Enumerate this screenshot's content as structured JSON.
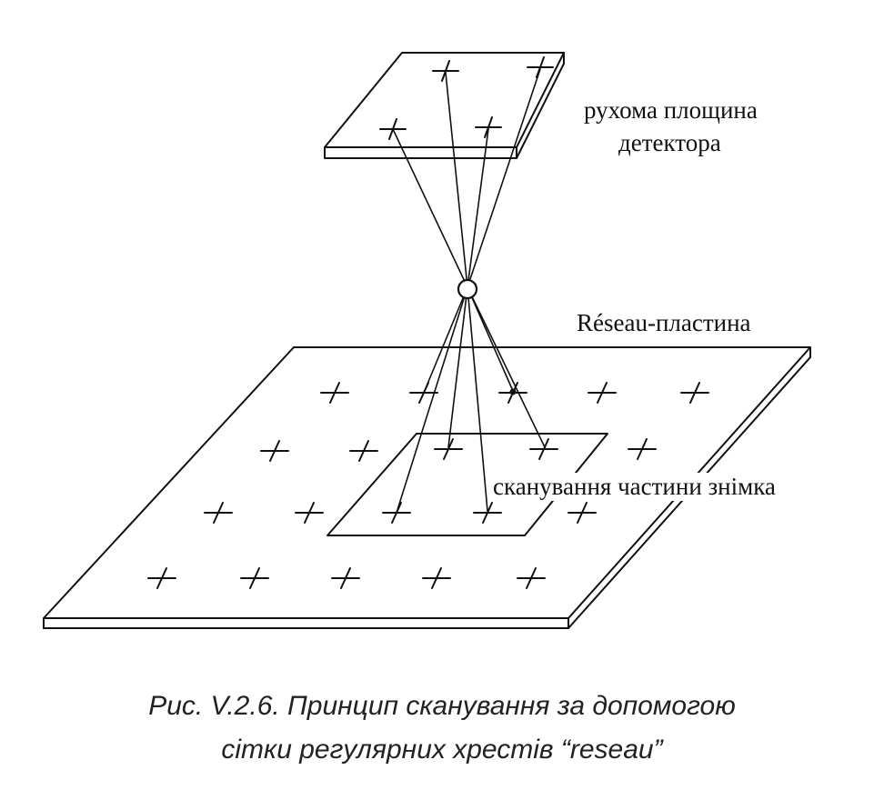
{
  "labels": {
    "detector_line1": "рухома площина",
    "detector_line2": "детектора",
    "reseau_plate": "Réseau-пластина",
    "scan_area": "сканування частини знімка"
  },
  "caption": {
    "line1": "Рис. V.2.6. Принцип сканування за допомогою",
    "line2": "сітки регулярних хрестів “reseau”"
  },
  "colors": {
    "ink": "#111111",
    "caption": "#222222",
    "background": "#ffffff"
  }
}
